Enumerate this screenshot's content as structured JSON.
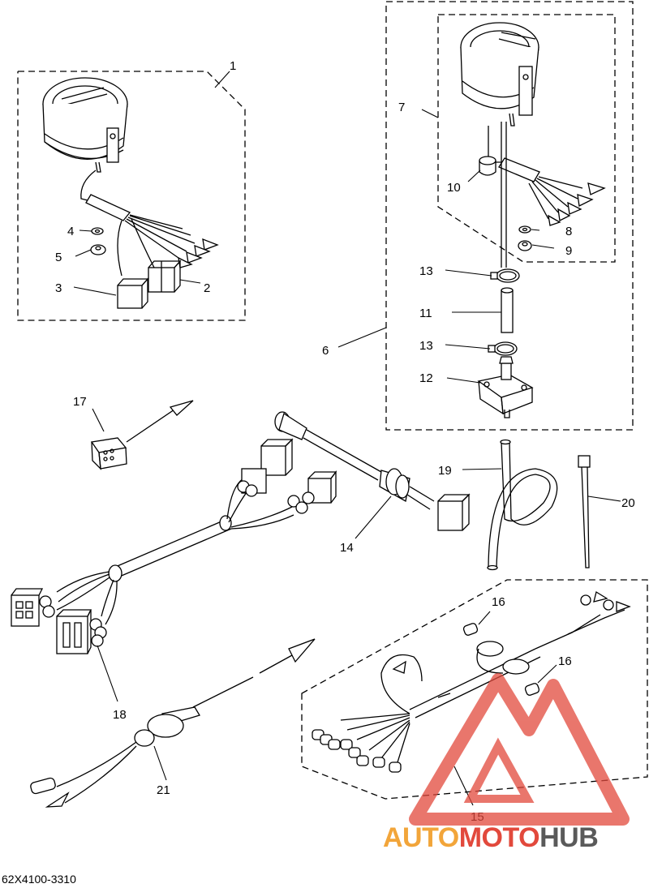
{
  "diagram": {
    "callouts": [
      {
        "id": "1",
        "text": "1"
      },
      {
        "id": "2",
        "text": "2"
      },
      {
        "id": "3",
        "text": "3"
      },
      {
        "id": "4",
        "text": "4"
      },
      {
        "id": "5",
        "text": "5"
      },
      {
        "id": "6",
        "text": "6"
      },
      {
        "id": "7",
        "text": "7"
      },
      {
        "id": "8",
        "text": "8"
      },
      {
        "id": "9",
        "text": "9"
      },
      {
        "id": "10",
        "text": "10"
      },
      {
        "id": "11",
        "text": "11"
      },
      {
        "id": "12",
        "text": "12"
      },
      {
        "id": "13a",
        "text": "13"
      },
      {
        "id": "13b",
        "text": "13"
      },
      {
        "id": "14",
        "text": "14"
      },
      {
        "id": "15",
        "text": "15"
      },
      {
        "id": "16a",
        "text": "16"
      },
      {
        "id": "16b",
        "text": "16"
      },
      {
        "id": "17",
        "text": "17"
      },
      {
        "id": "18",
        "text": "18"
      },
      {
        "id": "19",
        "text": "19"
      },
      {
        "id": "20",
        "text": "20"
      },
      {
        "id": "21",
        "text": "21"
      }
    ],
    "drawing_code": "62X4100-3310"
  },
  "watermark": {
    "part1": "AUTO",
    "part2": "MOTO",
    "part3": "HUB",
    "colors": {
      "part1": "#f2a53a",
      "part2": "#e2493c",
      "part3": "#5a5a5a",
      "logo": "#e2493c"
    }
  }
}
